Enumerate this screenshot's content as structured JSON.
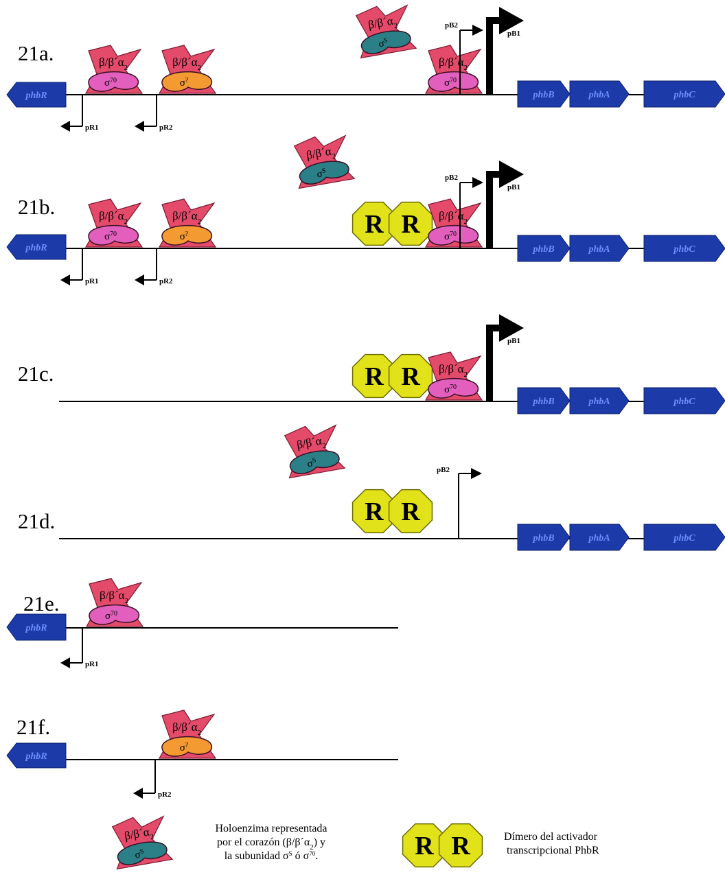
{
  "colors": {
    "gene_fill": "#1c3aa8",
    "gene_text": "#6f8fff",
    "core_enzyme": "#e44a6a",
    "sigma70": "#e25fbd",
    "sigma_unknown": "#f39a33",
    "sigma_s": "#2b7f86",
    "activator": "#e2e21a",
    "line": "#000000"
  },
  "icons": {
    "gene": "gene-arrow-icon",
    "promoter": "bent-arrow-icon",
    "holoenzyme": "rna-polymerase-icon",
    "activator": "octagon-dimer-icon"
  },
  "labels": {
    "core": "β/β´α",
    "core_subscript": "2",
    "sigma70": "σ",
    "sigma70_sup": "70",
    "sigma_unknown": "σ",
    "sigma_unknown_sup": "?",
    "sigma_s": "σ",
    "sigma_s_sup": "S",
    "activator": "R"
  },
  "panels": [
    {
      "label": "21a."
    },
    {
      "label": "21b."
    },
    {
      "label": "21c."
    },
    {
      "label": "21d."
    },
    {
      "label": "21e."
    },
    {
      "label": "21f."
    }
  ],
  "genes": {
    "phbR": "phbR",
    "phbB": "phbB",
    "phbA": "phbA",
    "phbC": "phbC"
  },
  "promoters": {
    "pR1": "pR1",
    "pR2": "pR2",
    "pB1": "pB1",
    "pB2": "pB2"
  },
  "legend": {
    "holoenzyme_lines": [
      "Holoenzima representada",
      "por el corazón (β/β´α",
      "la subunidad σ",
      "ó σ",
      "."
    ],
    "holoenzyme_sub": "2",
    "holoenzyme_close": ") y",
    "holoenzyme_sup_s": "S",
    "holoenzyme_sup_70": "70",
    "activator_lines": [
      "Dímero del activador",
      "transcripcional PhbR"
    ]
  }
}
